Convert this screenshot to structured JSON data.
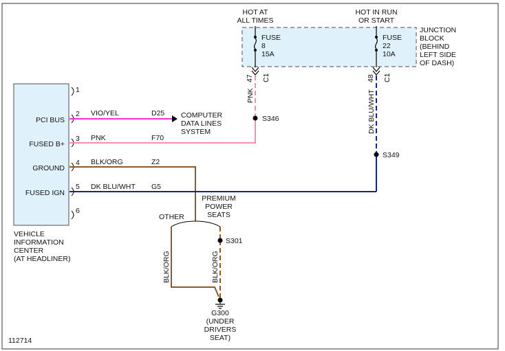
{
  "fuse_block": {
    "hot_always": [
      "HOT AT",
      "ALL TIMES"
    ],
    "hot_run": [
      "HOT IN RUN",
      "OR START"
    ],
    "title": [
      "JUNCTION",
      "BLOCK",
      "(BEHIND",
      "LEFT SIDE",
      "OF DASH)"
    ],
    "fuse_left": {
      "label": "FUSE",
      "number": "8",
      "rating": "15A"
    },
    "fuse_right": {
      "label": "FUSE",
      "number": "22",
      "rating": "10A"
    },
    "conn_left": {
      "cavity": "47",
      "connector": "C1"
    },
    "conn_right": {
      "cavity": "48",
      "connector": "C1"
    }
  },
  "vic": {
    "name": [
      "VEHICLE",
      "INFORMATION",
      "CENTER",
      "(AT HEADLINER)"
    ],
    "pins": [
      {
        "num": "1",
        "label": ""
      },
      {
        "num": "2",
        "label": "PCI BUS"
      },
      {
        "num": "3",
        "label": "FUSED B+"
      },
      {
        "num": "4",
        "label": "GROUND"
      },
      {
        "num": "5",
        "label": "FUSED IGN"
      },
      {
        "num": "6",
        "label": ""
      }
    ]
  },
  "wires": {
    "pci": {
      "color": "VIO/YEL",
      "circuit": "D25",
      "stroke": "#ff2bd6"
    },
    "b_plus": {
      "color": "PNK",
      "circuit": "F70",
      "stroke": "#f48fb1"
    },
    "ground": {
      "color": "BLK/ORG",
      "circuit": "Z2",
      "stroke": "#8b5a2b"
    },
    "ign": {
      "color": "DK BLU/WHT",
      "circuit": "G5",
      "stroke": "#1a237e"
    },
    "pnk_vertical": "PNK",
    "blu_vertical": "DK BLU/WHT",
    "gnd_left_vertical": "BLK/ORG",
    "gnd_right_vertical": "BLK/ORG"
  },
  "splices": {
    "s346": "S346",
    "s349": "S349",
    "s301": "S301"
  },
  "computer": [
    "COMPUTER",
    "DATA LINES",
    "SYSTEM"
  ],
  "ground_branch": {
    "other": "OTHER",
    "premium": [
      "PREMIUM",
      "POWER",
      "SEATS"
    ]
  },
  "ground_point": {
    "id": "G300",
    "desc": [
      "(UNDER",
      "DRIVERS",
      "SEAT)"
    ]
  },
  "diagram_id": "112714",
  "colors": {
    "fuse_fill": "#dff1fa",
    "box_fill": "#dff1fa",
    "box_stroke": "#6a6a6a"
  }
}
